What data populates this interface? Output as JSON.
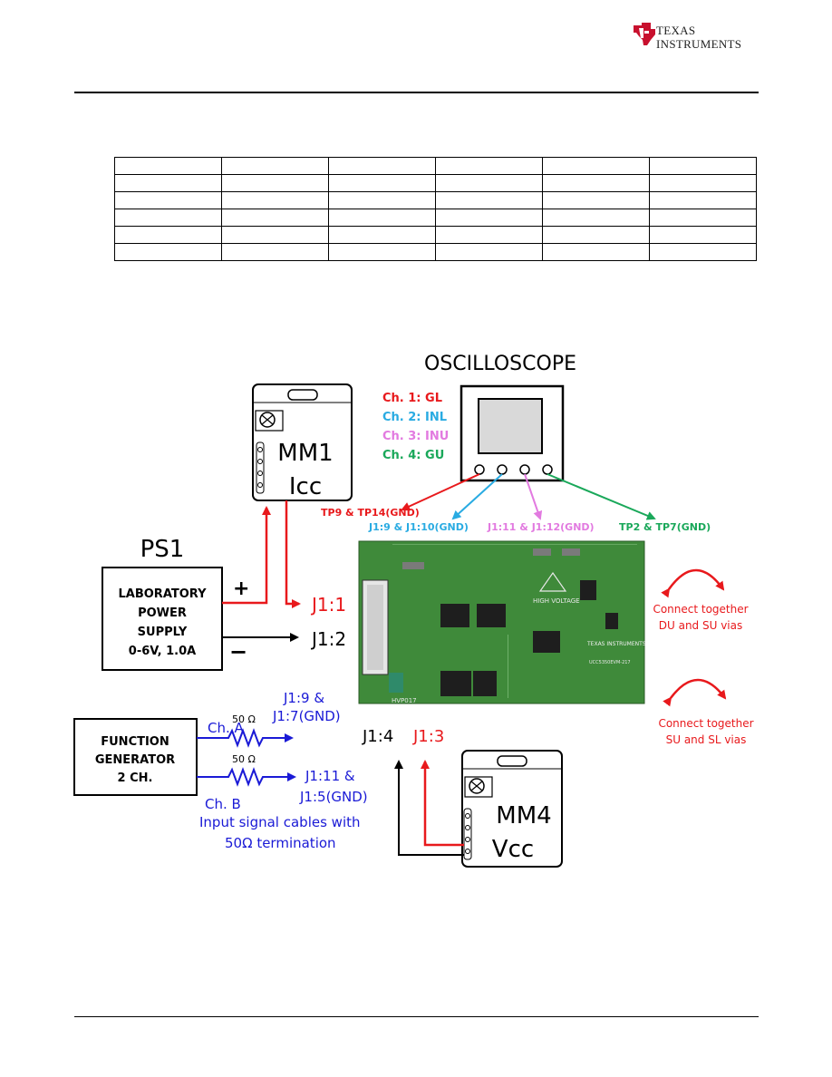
{
  "header": {
    "logo_line1": "TEXAS",
    "logo_line2": "INSTRUMENTS"
  },
  "table": {
    "rows": 6,
    "columns": 6
  },
  "diagram": {
    "oscilloscope": {
      "title": "OSCILLOSCOPE",
      "channels": [
        {
          "label": "Ch. 1: GL",
          "color": "#e8191c",
          "probe": "TP9 & TP14(GND)"
        },
        {
          "label": "Ch. 2: INL",
          "color": "#29abe2",
          "probe": "J1:9 & J1:10(GND)"
        },
        {
          "label": "Ch. 3: INU",
          "color": "#e27ae0",
          "probe": "J1:11 & J1:12(GND)"
        },
        {
          "label": "Ch. 4: GU",
          "color": "#1aa85a",
          "probe": "TP2 & TP7(GND)"
        }
      ]
    },
    "mm1": {
      "name": "MM1",
      "quantity": "Icc"
    },
    "mm4": {
      "name": "MM4",
      "quantity": "Vcc"
    },
    "power_supply": {
      "title": "PS1",
      "lines": [
        "LABORATORY",
        "POWER",
        "SUPPLY",
        "0-6V, 1.0A"
      ],
      "plus": "+",
      "minus": "−"
    },
    "connectors": {
      "j1_1": "J1:1",
      "j1_2": "J1:2",
      "j1_3": "J1:3",
      "j1_4": "J1:4"
    },
    "function_generator": {
      "lines": [
        "FUNCTION",
        "GENERATOR",
        "2 CH."
      ],
      "ch_a": "Ch. A",
      "ch_b": "Ch. B",
      "res_a": "50 Ω",
      "res_b": "50 Ω",
      "dest_a_1": "J1:9 &",
      "dest_a_2": "J1:7(GND)",
      "dest_b_1": "J1:11 &",
      "dest_b_2": "J1:5(GND)",
      "note_1": "Input signal cables with",
      "note_2": "50Ω termination"
    },
    "vias": {
      "note_du_1": "Connect together",
      "note_du_2": "DU and SU vias",
      "note_sl_1": "Connect together",
      "note_sl_2": "SU and SL vias"
    },
    "board": {
      "hv_label": "HIGH VOLTAGE",
      "ti_label": "TEXAS INSTRUMENTS",
      "board_id": "HVP017",
      "model": "UCC5350EVM-217"
    },
    "colors": {
      "red": "#e8191c",
      "blue": "#1a1ad6",
      "cyan": "#29abe2",
      "magenta": "#e27ae0",
      "green": "#1aa85a",
      "pcb": "#3f8a3a"
    }
  }
}
